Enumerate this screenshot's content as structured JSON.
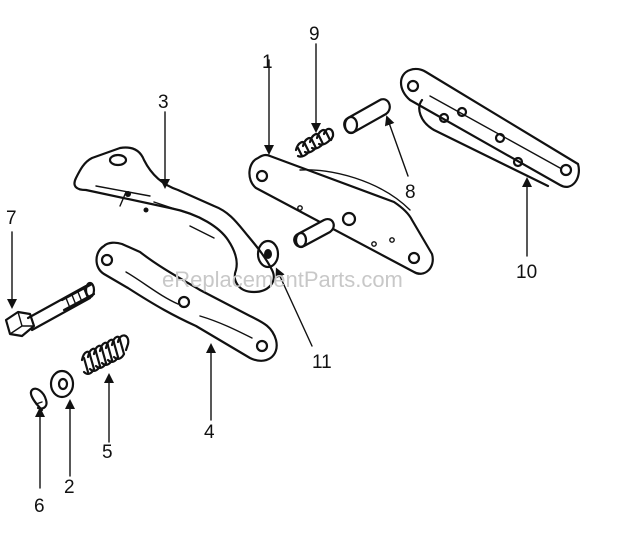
{
  "watermark": "eReplacementParts.com",
  "callouts": {
    "c1": "1",
    "c2": "2",
    "c3": "3",
    "c4": "4",
    "c5": "5",
    "c6": "6",
    "c7": "7",
    "c8": "8",
    "c9": "9",
    "c10": "10",
    "c11": "11"
  }
}
